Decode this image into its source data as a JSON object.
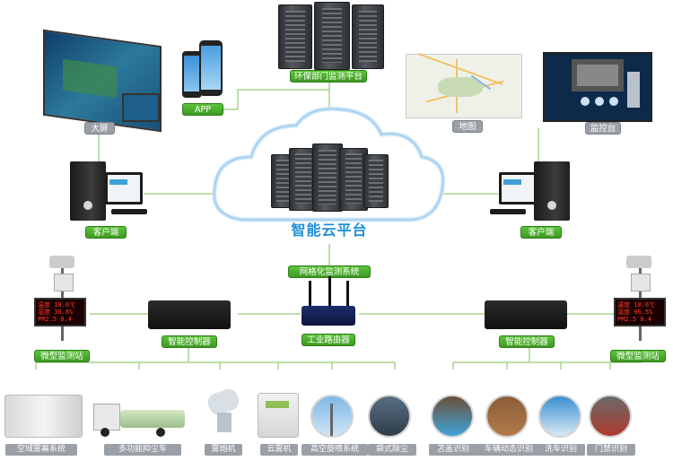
{
  "labels": {
    "env_platform": "环保部门监测平台",
    "app": "APP",
    "screen": "大屏",
    "map": "地图",
    "monitor": "监控台",
    "client_left": "客户端",
    "client_right": "客户端",
    "cloud": "智能云平台",
    "grid": "网格化监测系统",
    "router": "工业路由器",
    "ctrl_left": "智能控制器",
    "ctrl_right": "智能控制器",
    "station_left": "微型监测站",
    "station_right": "微型监测站"
  },
  "led": {
    "left": [
      "温度 18.6℃",
      "湿度 36.8%",
      "PM2.5 8.4"
    ],
    "right": [
      "温度 18.6℃",
      "湿度 96.5%",
      "PM2.5 8.4"
    ]
  },
  "bottom": [
    "空域雾幕系统",
    "多功能抑尘车",
    "雾炮机",
    "云雾机",
    "高空旋喷系统",
    "袋式除尘",
    "苫盖识别",
    "车辆动态识别",
    "洗车识别",
    "门禁识别"
  ],
  "colors": {
    "accent": "#4aac2a",
    "line": "#9fd08a",
    "cloud_text": "#1e8fd6"
  }
}
